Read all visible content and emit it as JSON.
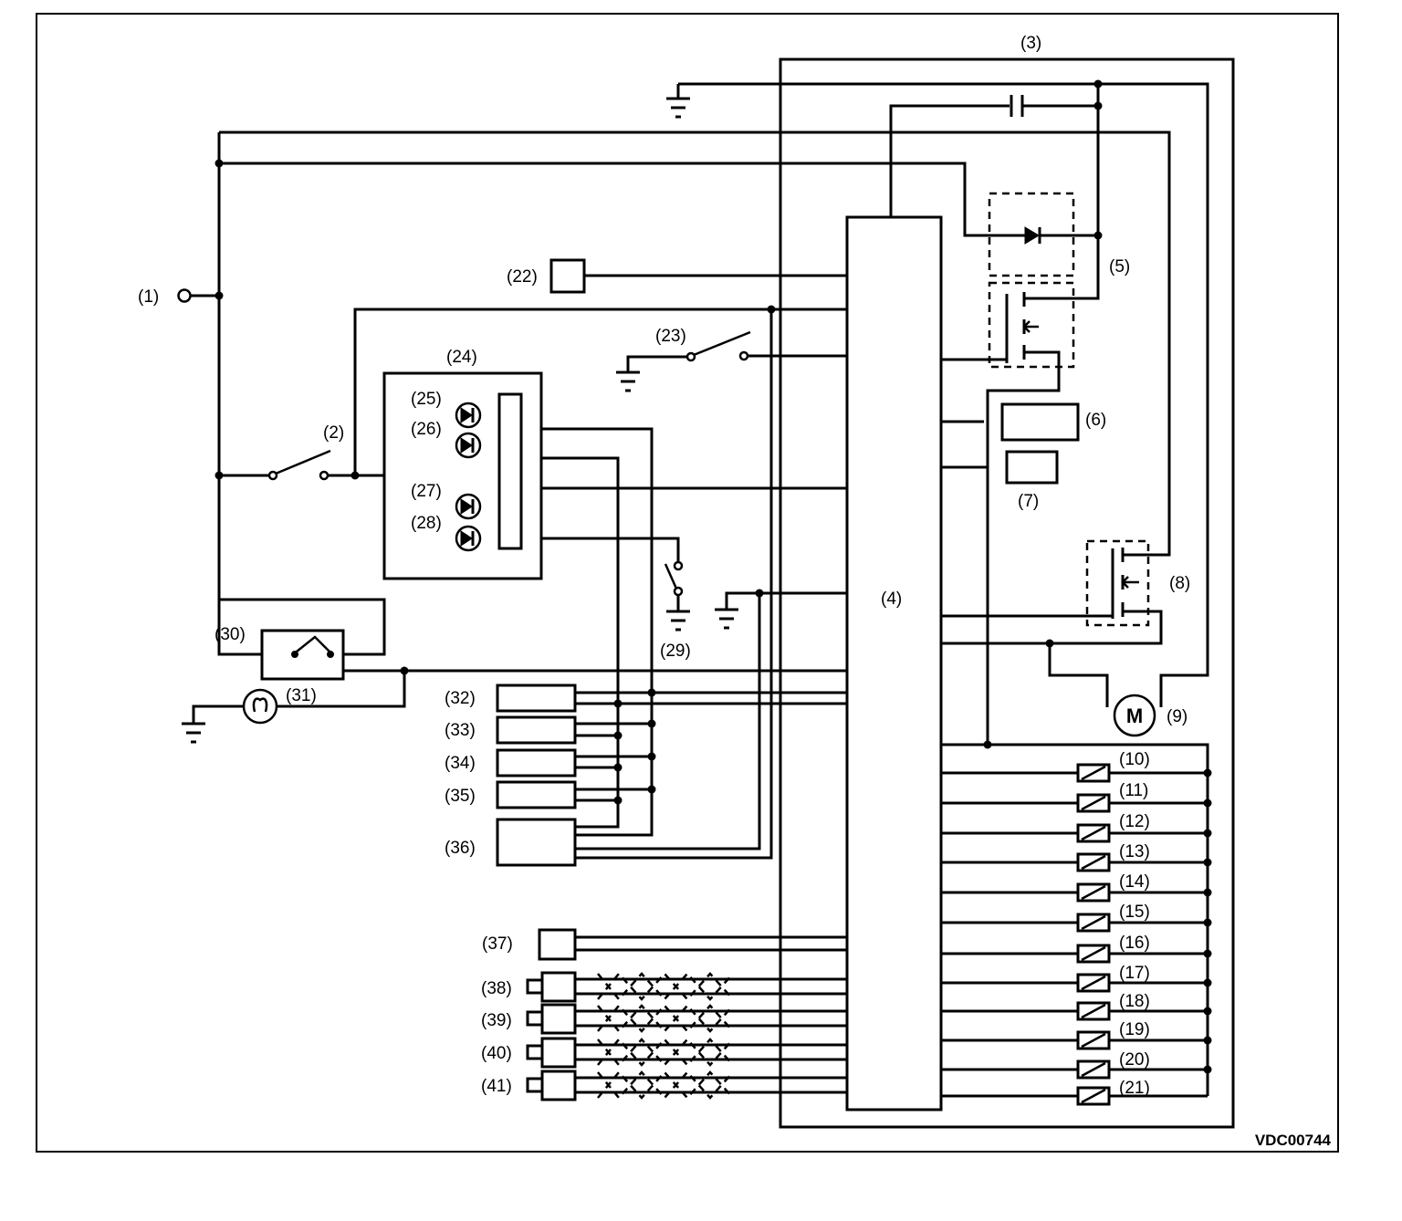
{
  "diagram_code": "VDC00744",
  "icons": {
    "ground": "ground-icon",
    "switch": "switch-icon",
    "diode": "diode-icon",
    "led": "led-icon",
    "capacitor": "capacitor-icon",
    "transistor": "transistor-icon",
    "motor": "motor-icon",
    "solenoid": "solenoid-icon",
    "lamp": "lamp-icon",
    "terminal": "terminal-icon"
  },
  "motor_symbol": "M",
  "labels": {
    "l1": "(1)",
    "l2": "(2)",
    "l3": "(3)",
    "l4": "(4)",
    "l5": "(5)",
    "l6": "(6)",
    "l7": "(7)",
    "l8": "(8)",
    "l9": "(9)",
    "l10": "(10)",
    "l11": "(11)",
    "l12": "(12)",
    "l13": "(13)",
    "l14": "(14)",
    "l15": "(15)",
    "l16": "(16)",
    "l17": "(17)",
    "l18": "(18)",
    "l19": "(19)",
    "l20": "(20)",
    "l21": "(21)",
    "l22": "(22)",
    "l23": "(23)",
    "l24": "(24)",
    "l25": "(25)",
    "l26": "(26)",
    "l27": "(27)",
    "l28": "(28)",
    "l29": "(29)",
    "l30": "(30)",
    "l31": "(31)",
    "l32": "(32)",
    "l33": "(33)",
    "l34": "(34)",
    "l35": "(35)",
    "l36": "(36)",
    "l37": "(37)",
    "l38": "(38)",
    "l39": "(39)",
    "l40": "(40)",
    "l41": "(41)"
  }
}
